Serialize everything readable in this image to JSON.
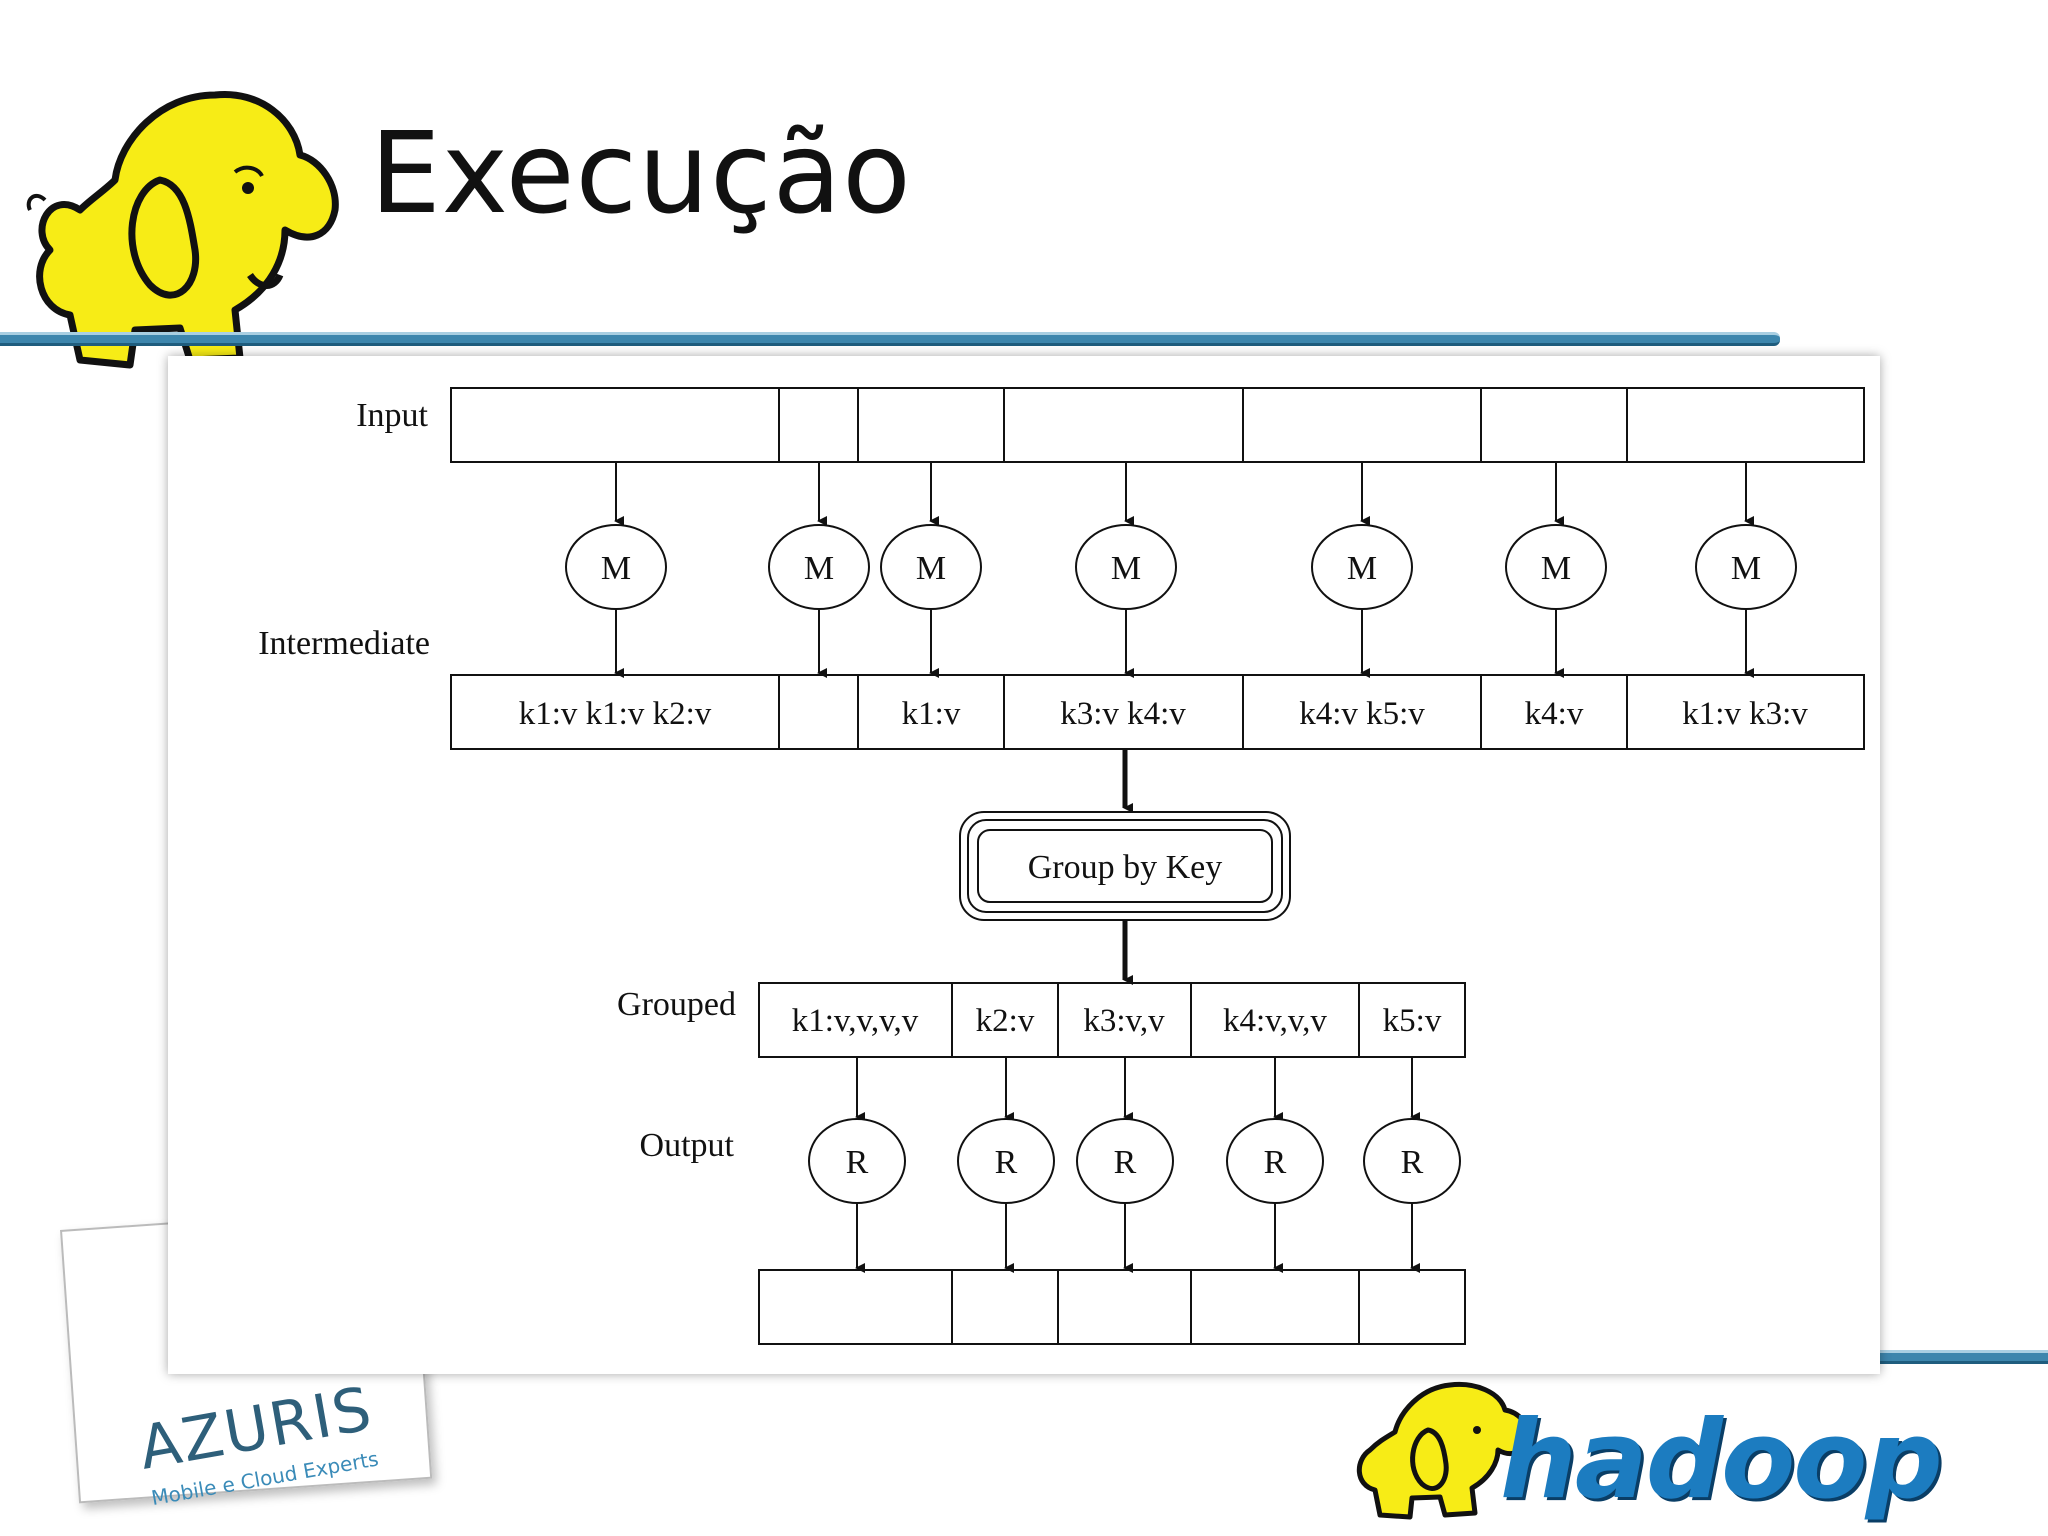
{
  "slide": {
    "title": "Execução",
    "accent_color": "#3d86ad",
    "logo_icon": "elephant-icon"
  },
  "diagram": {
    "row_labels": {
      "input": "Input",
      "intermediate": "Intermediate",
      "group": "Group by Key",
      "grouped": "Grouped",
      "output": "Output"
    },
    "map_node_label": "M",
    "reduce_node_label": "R",
    "intermediate_cells": [
      "k1:v k1:v k2:v",
      "",
      "k1:v",
      "k3:v k4:v",
      "k4:v k5:v",
      "k4:v",
      "k1:v k3:v"
    ],
    "grouped_cells": [
      "k1:v,v,v,v",
      "k2:v",
      "k3:v,v",
      "k4:v,v,v",
      "k5:v"
    ]
  },
  "footer": {
    "azuris_name": "AZURIS",
    "azuris_tagline": "Mobile e Cloud Experts",
    "hadoop_name": "hadoop"
  }
}
